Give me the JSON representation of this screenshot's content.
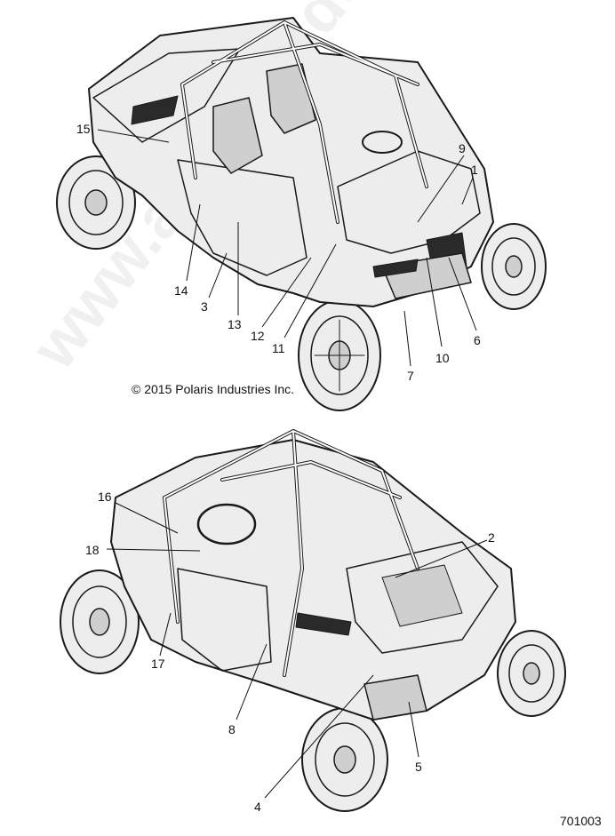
{
  "copyright": "© 2015 Polaris Industries Inc.",
  "document_number": "701003",
  "watermark_text": "www.atv-side.de",
  "callouts_top": [
    "15",
    "9",
    "1",
    "14",
    "3",
    "13",
    "12",
    "11",
    "10",
    "6",
    "7"
  ],
  "callouts_bottom": [
    "16",
    "2",
    "18",
    "17",
    "8",
    "4",
    "5"
  ],
  "colors": {
    "ink": "#1a1a1a",
    "background": "#ffffff"
  }
}
